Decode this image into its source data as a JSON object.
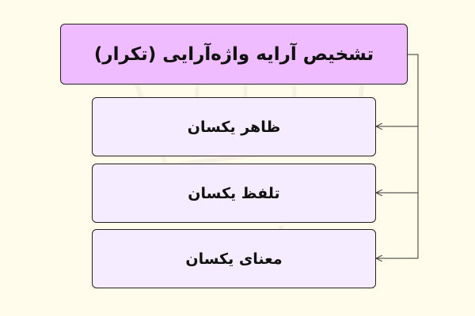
{
  "title": "تشخیص آرایه واژه‌آرایی (تکرار)",
  "items": [
    {
      "label": "ظاهر یکسان"
    },
    {
      "label": "تلفظ یکسان"
    },
    {
      "label": "معنای یکسان"
    }
  ],
  "watermark": {
    "text": "فرادرس"
  },
  "colors": {
    "background": "#fffceb",
    "title_fill": "#eebcff",
    "item_fill": "#f5ecff",
    "stroke": "#222222"
  }
}
